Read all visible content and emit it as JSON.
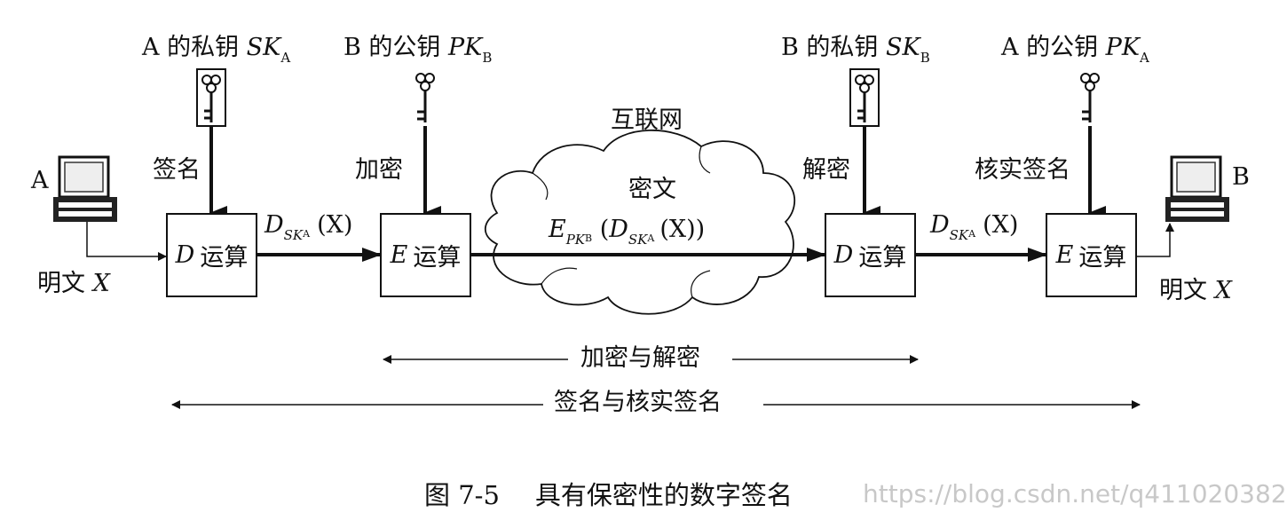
{
  "keys": {
    "a_private": {
      "text": "A 的私钥 ",
      "var": "SK",
      "sub": "A"
    },
    "b_public": {
      "text": "B 的公钥 ",
      "var": "PK",
      "sub": "B"
    },
    "b_private": {
      "text": "B 的私钥 ",
      "var": "SK",
      "sub": "B"
    },
    "a_public": {
      "text": "A 的公钥 ",
      "var": "PK",
      "sub": "A"
    }
  },
  "hosts": {
    "a": "A",
    "b": "B"
  },
  "actions": {
    "sign": "签名",
    "encrypt": "加密",
    "decrypt": "解密",
    "verify": "核实签名"
  },
  "boxes": {
    "d1": {
      "var": "D",
      "label": "运算"
    },
    "e1": {
      "var": "E",
      "label": "运算"
    },
    "d2": {
      "var": "D",
      "label": "运算"
    },
    "e2": {
      "var": "E",
      "label": "运算"
    }
  },
  "plaintext": {
    "text": "明文 ",
    "var": "X"
  },
  "signed_text": {
    "var": "D",
    "sub": "SK",
    "subsub": "A",
    "arg": "(X)"
  },
  "internet": {
    "label": "互联网",
    "cipher_label": "密文",
    "cipher_expr": {
      "outer": "E",
      "outer_sub": "PK",
      "outer_subsub": "B",
      "inner": "D",
      "inner_sub": "SK",
      "inner_subsub": "A",
      "arg": "(X)"
    }
  },
  "ranges": {
    "encrypt_decrypt": "加密与解密",
    "sign_verify": "签名与核实签名"
  },
  "caption": {
    "figure": "图 7-5",
    "title": "具有保密性的数字签名"
  },
  "watermark": "https://blog.csdn.net/q411020382"
}
